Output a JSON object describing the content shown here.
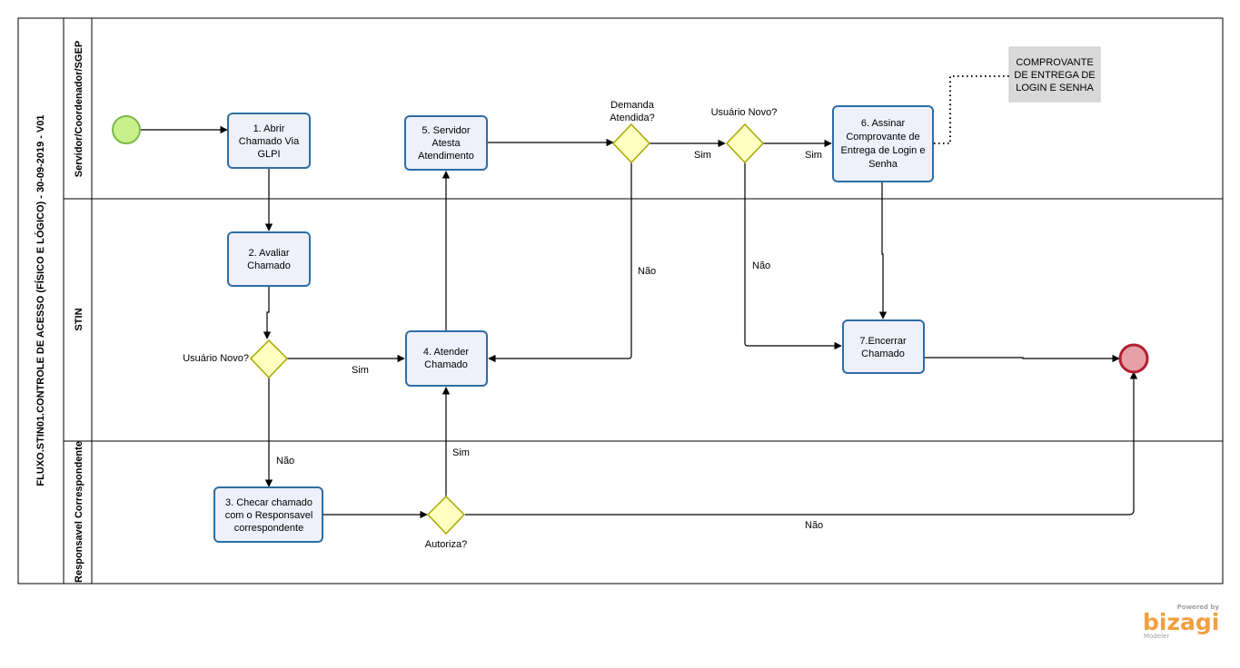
{
  "pool": {
    "title": "FLUXO.STIN01.CONTROLE DE ACESSO (FÍSICO E LÓGICO) - 30-09-2019 - V01"
  },
  "lanes": [
    {
      "title": "Servidor/Coordenador/SGEP"
    },
    {
      "title": "STIN"
    },
    {
      "title": "Responsavel Correspondente"
    }
  ],
  "tasks": {
    "t1": [
      "1. Abrir",
      "Chamado Via",
      "GLPI"
    ],
    "t2": [
      "2. Avaliar",
      "Chamado"
    ],
    "t3": [
      "3. Checar chamado",
      "com o Responsavel",
      "correspondente"
    ],
    "t4": [
      "4. Atender",
      "Chamado"
    ],
    "t5": [
      "5. Servidor",
      "Atesta",
      "Atendimento"
    ],
    "t6": [
      "6. Assinar",
      "Comprovante de",
      "Entrega de Login e",
      "Senha"
    ],
    "t7": [
      "7.Encerrar",
      "Chamado"
    ]
  },
  "gateways": {
    "g_demanda": [
      "Demanda",
      "Atendida?"
    ],
    "g_usuario_top": "Usuário Novo?",
    "g_usuario_stin": "Usuário Novo?",
    "g_autoriza": "Autoriza?"
  },
  "artifact": [
    "COMPROVANTE",
    "DE ENTREGA DE",
    "LOGIN E SENHA"
  ],
  "flow_labels": {
    "sim_demanda": "Sim",
    "nao_demanda": "Não",
    "sim_usuario_top": "Sim",
    "nao_usuario_top": "Não",
    "sim_usuario_stin": "Sim",
    "nao_usuario_stin": "Não",
    "sim_autoriza": "Sim",
    "nao_autoriza": "Não"
  },
  "brand": {
    "powered": "Powered by",
    "name": "bizagi",
    "sub": "Modeler"
  },
  "colors": {
    "task_fill": "#eef1fb",
    "task_stroke": "#2e6da4",
    "gateway_fill": "#ffffc0",
    "start_fill": "#c8f08c",
    "end_fill": "#e8a0a8",
    "brand": "#f0a040"
  }
}
